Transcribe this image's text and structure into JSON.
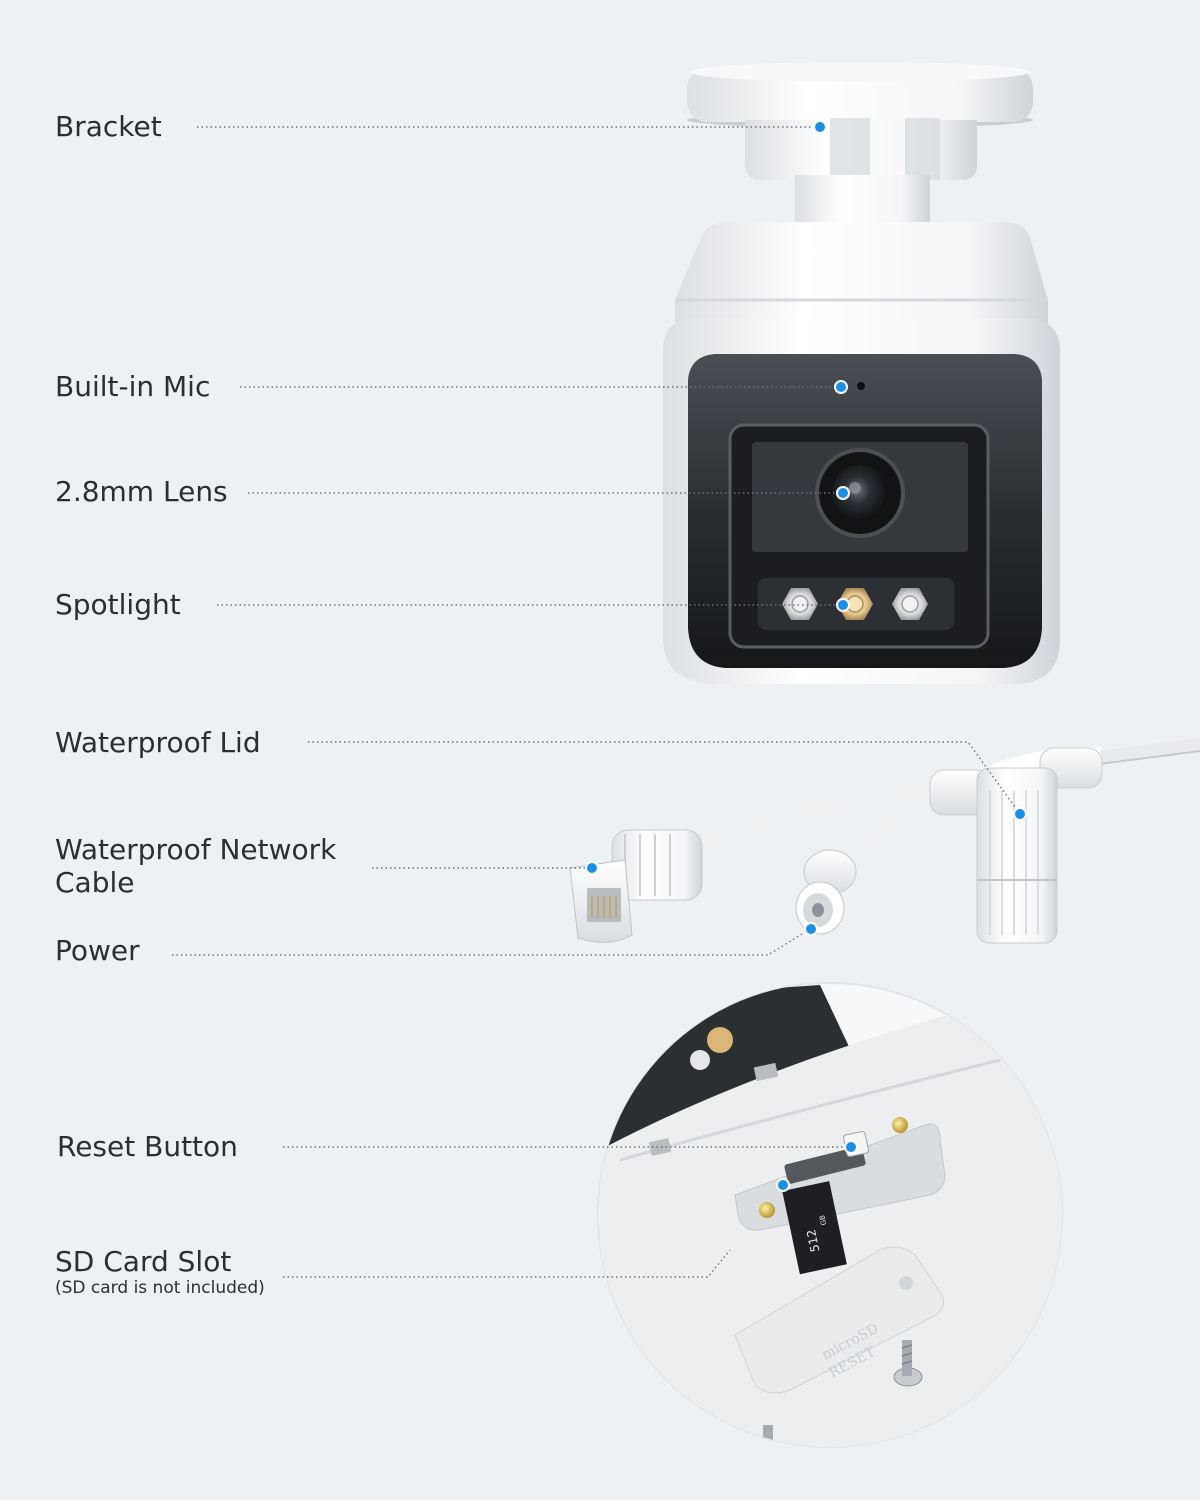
{
  "callouts": [
    {
      "id": "bracket",
      "label": "Bracket"
    },
    {
      "id": "mic",
      "label": "Built-in Mic"
    },
    {
      "id": "lens",
      "label": "2.8mm Lens"
    },
    {
      "id": "spotlight",
      "label": "Spotlight"
    },
    {
      "id": "lid",
      "label": "Waterproof Lid"
    },
    {
      "id": "cable",
      "label": "Waterproof Network Cable"
    },
    {
      "id": "power",
      "label": "Power"
    },
    {
      "id": "reset",
      "label": "Reset Button"
    },
    {
      "id": "sd",
      "label": "SD Card Slot",
      "note": "(SD card is not included)"
    }
  ],
  "product_text": {
    "sd_card_capacity": "512",
    "sd_card_unit": "GB",
    "cover_text_line1": "microSD",
    "cover_text_line2": "RESET"
  },
  "colors": {
    "background": "#eef1f4",
    "callout_dot": "#1a8fe8",
    "leader_line": "#6b7178",
    "text": "#2a2f36"
  }
}
